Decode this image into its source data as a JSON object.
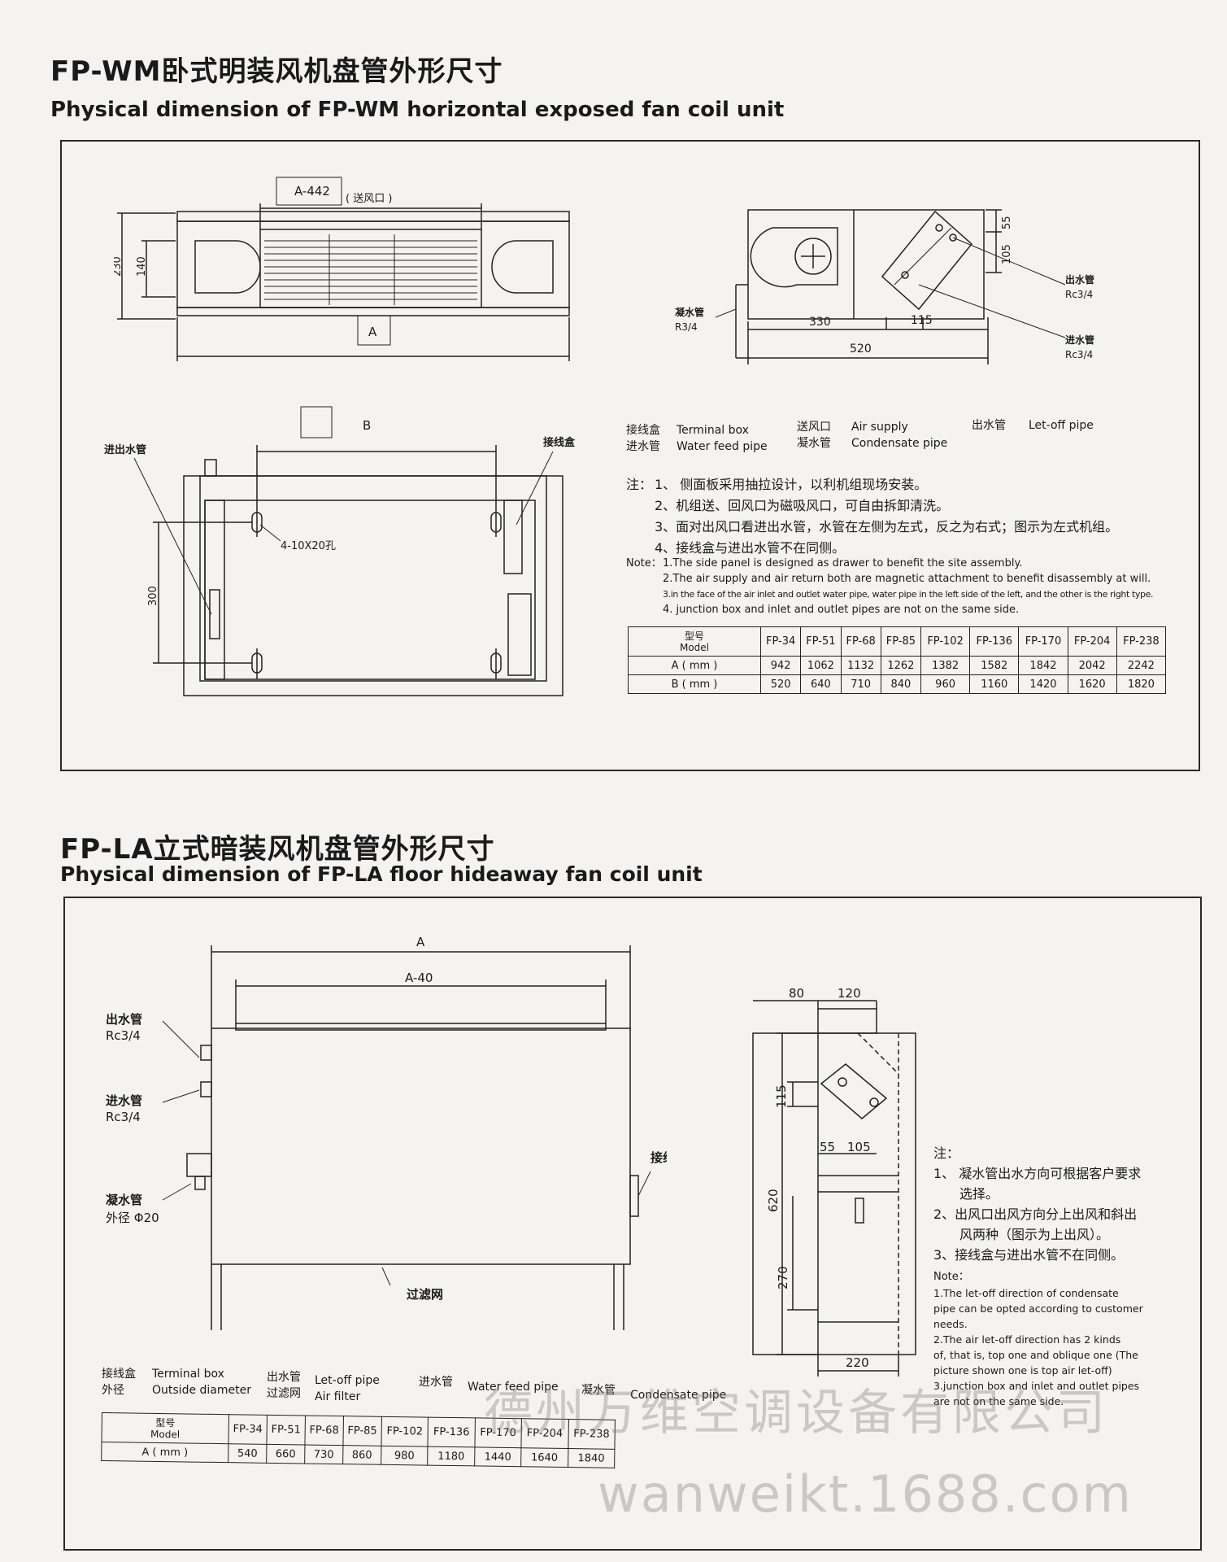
{
  "section1": {
    "title_cn": "FP-WM卧式明装风机盘管外形尺寸",
    "title_en": "Physical dimension of FP-WM horizontal exposed fan coil unit",
    "drawing_labels": {
      "a442": "A-442",
      "supply_outlet": "( 送风口 )",
      "d230": "230",
      "d140": "140",
      "a": "A",
      "b": "B",
      "d55": "55",
      "d105": "105",
      "d330": "330",
      "d115": "115",
      "d520": "520",
      "condensate_cn": "凝水管",
      "r34": "R3/4",
      "letoff_cn": "出水管",
      "rc34_a": "Rc3/4",
      "feed_cn": "进水管",
      "rc34_b": "Rc3/4",
      "inout_cn": "进出水管",
      "terminal_cn": "接线盒",
      "holes": "4-10X20孔",
      "d300": "300"
    },
    "legend": {
      "terminal_cn": "接线盒",
      "terminal_en": "Terminal box",
      "feed_cn": "进水管",
      "feed_en": "Water feed pipe",
      "supply_cn": "送风口",
      "supply_en": "Air supply",
      "cond_cn": "凝水管",
      "cond_en": "Condensate pipe",
      "letoff_cn": "出水管",
      "letoff_en": "Let-off pipe"
    },
    "notes_cn_label": "注：",
    "notes_cn": [
      "1、 侧面板采用抽拉设计，以利机组现场安装。",
      "2、机组送、回风口为磁吸风口，可自由拆卸清洗。",
      "3、面对出风口看进出水管，水管在左侧为左式，反之为右式；图示为左式机组。",
      "4、接线盒与进出水管不在同侧。"
    ],
    "notes_en_label": "Note：",
    "notes_en": [
      "1.The side panel is designed as drawer to benefit the site assembly.",
      "2.The air supply and air return both are magnetic attachment to benefit disassembly at will.",
      "3.in the face of the air inlet and outlet water pipe, water pipe in the left side of the left, and the other is the right type.",
      "4. junction box and inlet and outlet pipes are not on the same side."
    ],
    "table": {
      "header_cn": "型号",
      "header_en": "Model",
      "models": [
        "FP-34",
        "FP-51",
        "FP-68",
        "FP-85",
        "FP-102",
        "FP-136",
        "FP-170",
        "FP-204",
        "FP-238"
      ],
      "rows": [
        {
          "label": "A ( mm )",
          "values": [
            "942",
            "1062",
            "1132",
            "1262",
            "1382",
            "1582",
            "1842",
            "2042",
            "2242"
          ]
        },
        {
          "label": "B ( mm )",
          "values": [
            "520",
            "640",
            "710",
            "840",
            "960",
            "1160",
            "1420",
            "1620",
            "1820"
          ]
        }
      ]
    }
  },
  "section2": {
    "title_cn": "FP-LA立式暗装风机盘管外形尺寸",
    "title_en": "Physical dimension of FP-LA floor hideaway fan coil unit",
    "drawing_labels": {
      "a": "A",
      "a40": "A-40",
      "letoff_cn": "出水管",
      "rc34_a": "Rc3/4",
      "feed_cn": "进水管",
      "rc34_b": "Rc3/4",
      "cond_cn": "凝水管",
      "od20": "外径 Φ20",
      "terminal_cn": "接线盒",
      "filter_cn": "过滤网",
      "d80": "80",
      "d120": "120",
      "d115": "115",
      "d55": "55",
      "d105": "105",
      "d620": "620",
      "d270": "270",
      "d220": "220"
    },
    "legend": {
      "terminal_cn": "接线盒",
      "terminal_en": "Terminal box",
      "od_cn": "外径",
      "od_en": "Outside diameter",
      "letoff_cn": "出水管",
      "letoff_en": "Let-off pipe",
      "filter_cn": "过滤网",
      "filter_en": "Air filter",
      "feed_cn": "进水管",
      "feed_en": "Water feed pipe",
      "cond_cn": "凝水管",
      "cond_en": "Condensate pipe"
    },
    "notes_cn_label": "注：",
    "notes_cn": [
      "1、 凝水管出水方向可根据客户要求",
      "选择。",
      "2、出风口出风方向分上出风和斜出",
      "风两种（图示为上出风）。",
      "3、接线盒与进出水管不在同侧。"
    ],
    "notes_en_label": "Note：",
    "notes_en": [
      "1.The let-off direction of condensate",
      "pipe can be opted according to customer",
      "needs.",
      "2.The air let-off direction has 2 kinds",
      "of, that is, top one and oblique one (The",
      "picture shown one is top air let-off)",
      "3.junction box and inlet and outlet pipes",
      "are not on the same side."
    ],
    "table": {
      "header_cn": "型号",
      "header_en": "Model",
      "models": [
        "FP-34",
        "FP-51",
        "FP-68",
        "FP-85",
        "FP-102",
        "FP-136",
        "FP-170",
        "FP-204",
        "FP-238"
      ],
      "rows": [
        {
          "label": "A ( mm )",
          "values": [
            "540",
            "660",
            "730",
            "860",
            "980",
            "1180",
            "1440",
            "1640",
            "1840"
          ]
        }
      ]
    }
  },
  "watermark": {
    "company": "德州万维空调设备有限公司",
    "url": "wanweikt.1688.com"
  }
}
